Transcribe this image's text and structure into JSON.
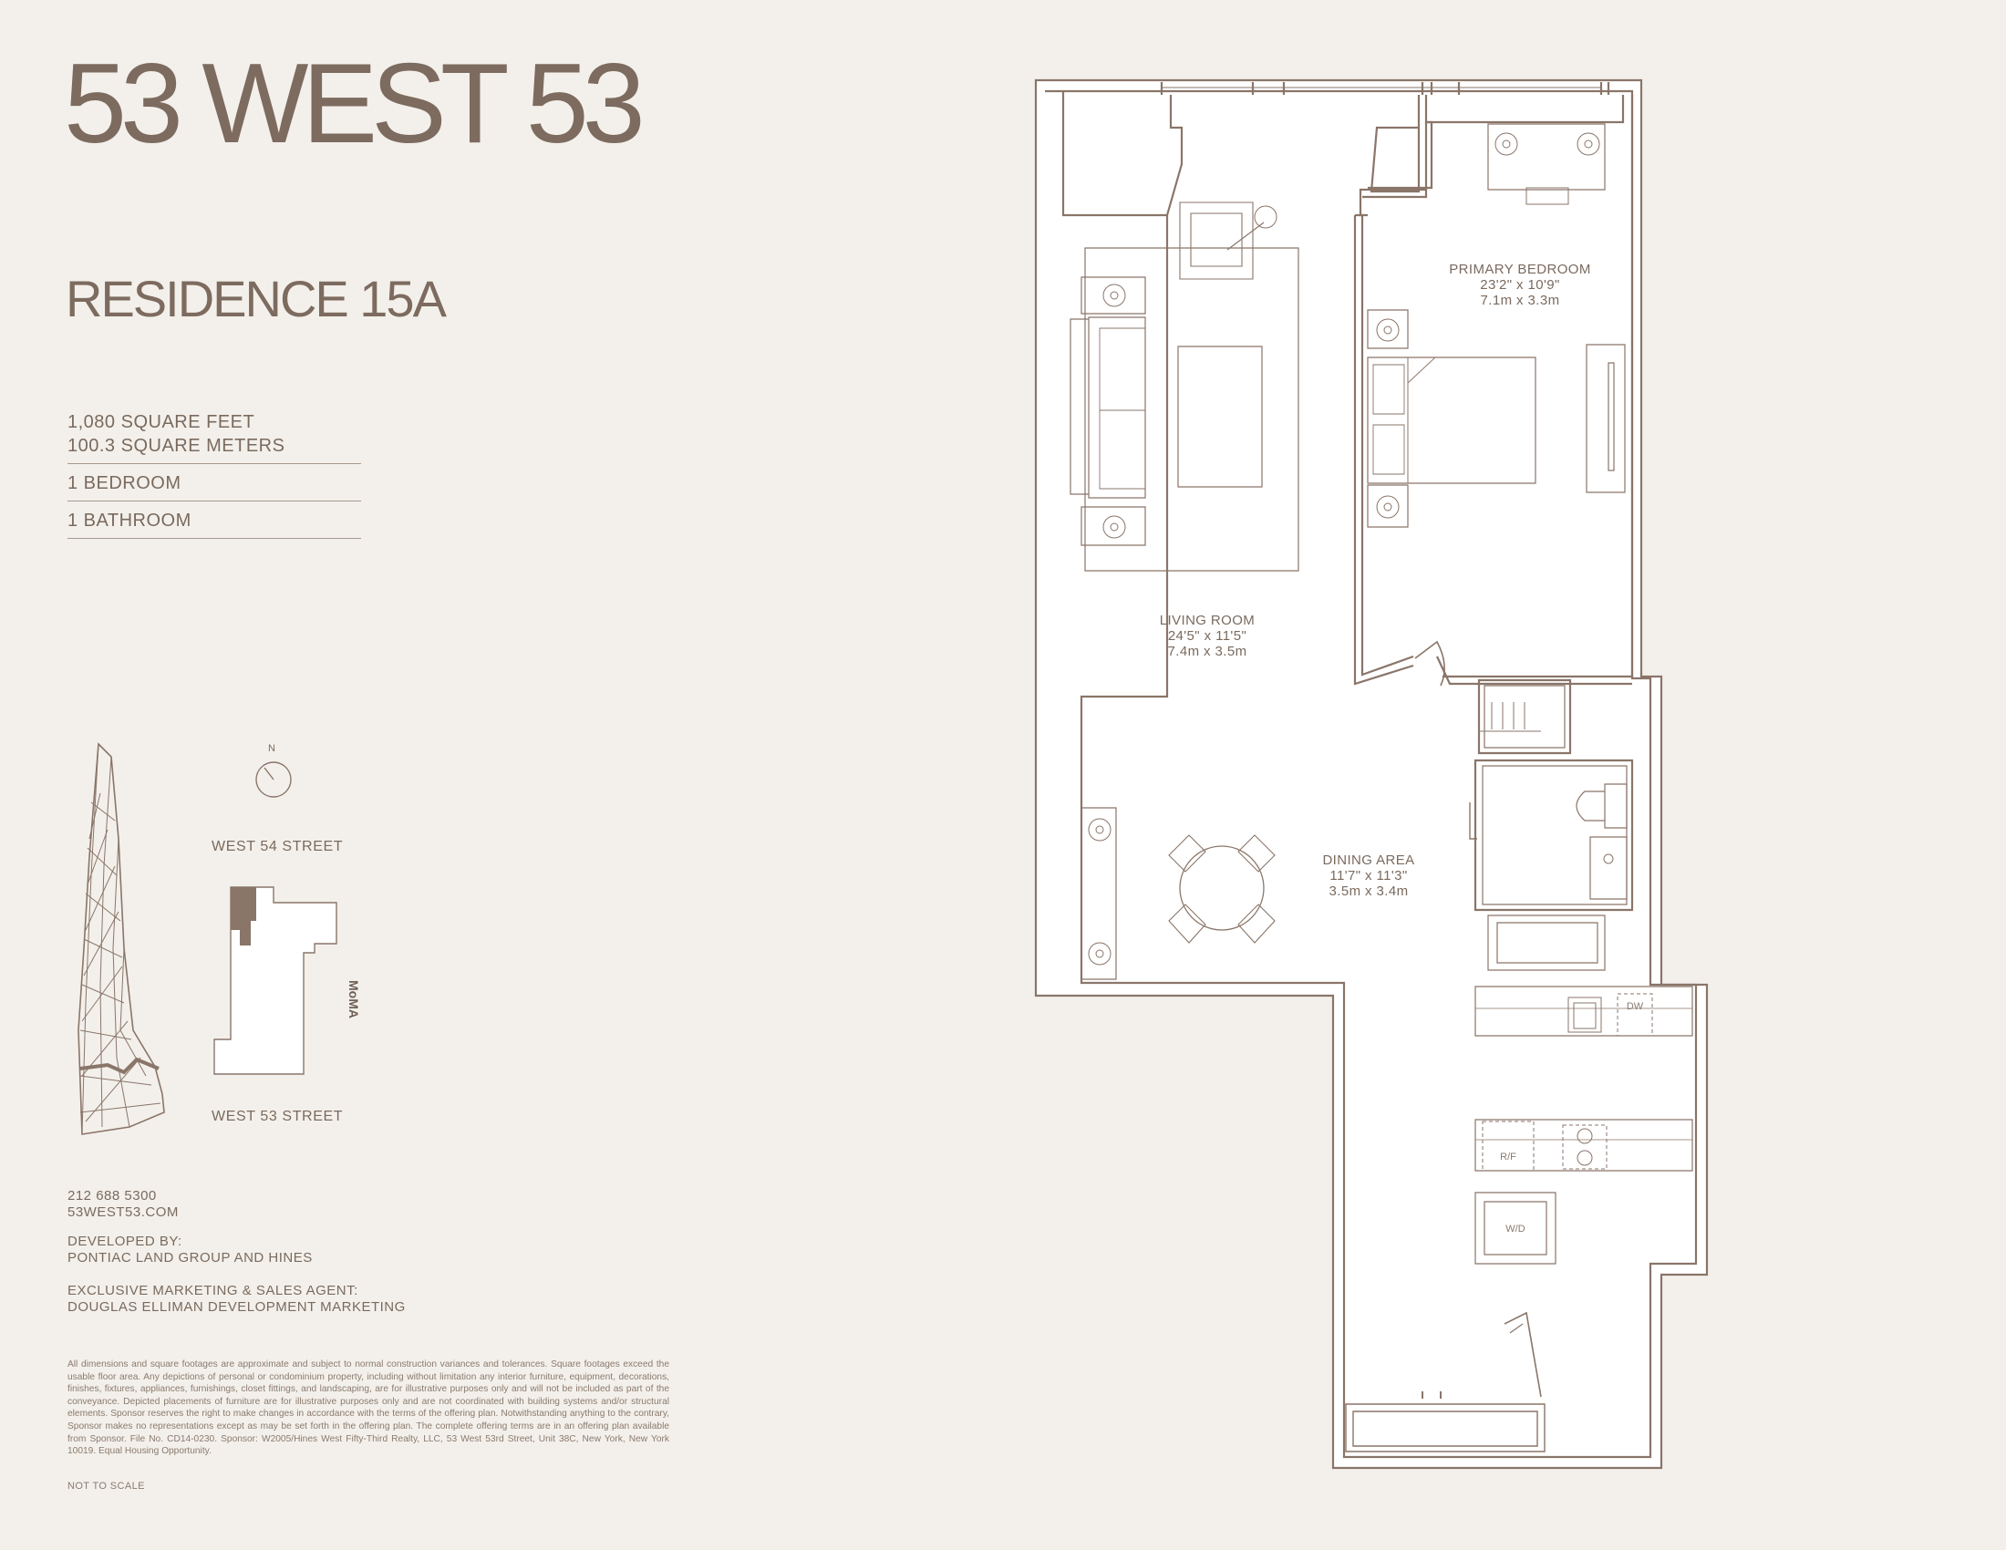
{
  "header": {
    "title": "53 WEST 53",
    "residence": "RESIDENCE 15A"
  },
  "stats": {
    "square_feet": "1,080 SQUARE FEET",
    "square_meters": "100.3 SQUARE METERS",
    "bedrooms": "1 BEDROOM",
    "bathrooms": "1 BATHROOM"
  },
  "site_map": {
    "north_label": "N",
    "street_north": "WEST 54 STREET",
    "street_south": "WEST 53 STREET",
    "east_label": "MoMA"
  },
  "contact": {
    "phone": "212 688 5300",
    "website": "53WEST53.COM",
    "developed_by_label": "DEVELOPED BY:",
    "developed_by": "PONTIAC LAND GROUP AND HINES",
    "marketing_label": "EXCLUSIVE MARKETING & SALES AGENT:",
    "marketing": "DOUGLAS ELLIMAN DEVELOPMENT MARKETING"
  },
  "disclaimer": "All dimensions and square footages are approximate and subject to normal construction variances and tolerances. Square footages exceed the usable floor area. Any depictions of personal or condominium property, including without limitation any interior furniture, equipment, decorations, finishes, fixtures, appliances, furnishings, closet fittings, and landscaping, are for illustrative purposes only and will not be included as part of the conveyance. Depicted placements of furniture are for illustrative purposes only and are not coordinated with building systems and/or structural elements. Sponsor reserves the right to make changes in accordance with the terms of the offering plan. Notwithstanding anything to the contrary, Sponsor makes no representations except as may be set forth in the offering plan. The complete offering terms are in an offering plan available from Sponsor. File No. CD14-0230. Sponsor: W2005/Hines West Fifty-Third Realty, LLC, 53 West 53rd Street, Unit 38C, New York, New York 10019. Equal Housing Opportunity.",
  "not_to_scale": "NOT TO SCALE",
  "rooms": {
    "primary_bedroom": {
      "name": "PRIMARY BEDROOM",
      "imperial": "23'2\" x 10'9\"",
      "metric": "7.1m x 3.3m"
    },
    "living_room": {
      "name": "LIVING ROOM",
      "imperial": "24'5\" x 11'5\"",
      "metric": "7.4m x 3.5m"
    },
    "dining_area": {
      "name": "DINING AREA",
      "imperial": "11'7\" x 11'3\"",
      "metric": "3.5m x 3.4m"
    }
  },
  "appliances": {
    "dishwasher": "DW",
    "refrigerator": "R/F",
    "washer_dryer": "W/D"
  },
  "colors": {
    "background": "#f3f0eb",
    "text": "#7a6a5e",
    "wall": "#8a7569",
    "brand": "#7d6b5f"
  }
}
